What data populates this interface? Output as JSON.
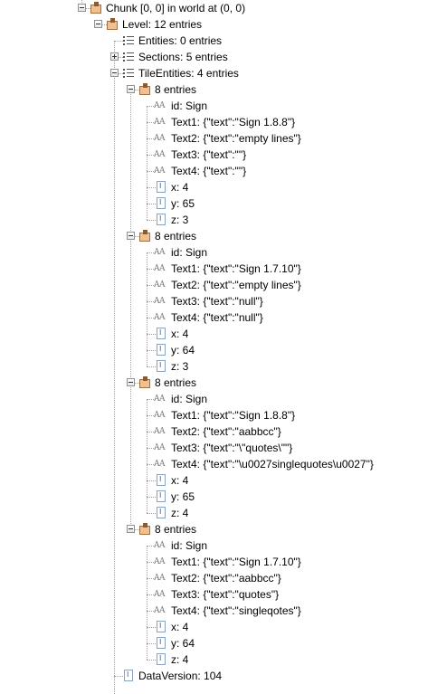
{
  "tree": [
    {
      "depth": 0,
      "exp": "open",
      "icon": "compound",
      "label": "Chunk [0, 0]        in world at (0, 0)"
    },
    {
      "depth": 1,
      "exp": "open",
      "icon": "compound",
      "label": "Level: 12 entries"
    },
    {
      "depth": 2,
      "exp": "none",
      "icon": "list",
      "label": "Entities: 0 entries"
    },
    {
      "depth": 2,
      "exp": "closed",
      "icon": "list",
      "label": "Sections: 5 entries"
    },
    {
      "depth": 2,
      "exp": "open",
      "icon": "list",
      "label": "TileEntities: 4 entries"
    },
    {
      "depth": 3,
      "exp": "open",
      "icon": "compound",
      "label": "8 entries"
    },
    {
      "depth": 4,
      "exp": "none",
      "icon": "string",
      "label": "id: Sign"
    },
    {
      "depth": 4,
      "exp": "none",
      "icon": "string",
      "label": "Text1: {\"text\":\"Sign 1.8.8\"}"
    },
    {
      "depth": 4,
      "exp": "none",
      "icon": "string",
      "label": "Text2: {\"text\":\"empty lines\"}"
    },
    {
      "depth": 4,
      "exp": "none",
      "icon": "string",
      "label": "Text3: {\"text\":\"\"}"
    },
    {
      "depth": 4,
      "exp": "none",
      "icon": "string",
      "label": "Text4: {\"text\":\"\"}"
    },
    {
      "depth": 4,
      "exp": "none",
      "icon": "int",
      "label": "x: 4"
    },
    {
      "depth": 4,
      "exp": "none",
      "icon": "int",
      "label": "y: 65"
    },
    {
      "depth": 4,
      "exp": "none",
      "icon": "int",
      "label": "z: 3"
    },
    {
      "depth": 3,
      "exp": "open",
      "icon": "compound",
      "label": "8 entries"
    },
    {
      "depth": 4,
      "exp": "none",
      "icon": "string",
      "label": "id: Sign"
    },
    {
      "depth": 4,
      "exp": "none",
      "icon": "string",
      "label": "Text1: {\"text\":\"Sign 1.7.10\"}"
    },
    {
      "depth": 4,
      "exp": "none",
      "icon": "string",
      "label": "Text2: {\"text\":\"empty lines\"}"
    },
    {
      "depth": 4,
      "exp": "none",
      "icon": "string",
      "label": "Text3: {\"text\":\"null\"}"
    },
    {
      "depth": 4,
      "exp": "none",
      "icon": "string",
      "label": "Text4: {\"text\":\"null\"}"
    },
    {
      "depth": 4,
      "exp": "none",
      "icon": "int",
      "label": "x: 4"
    },
    {
      "depth": 4,
      "exp": "none",
      "icon": "int",
      "label": "y: 64"
    },
    {
      "depth": 4,
      "exp": "none",
      "icon": "int",
      "label": "z: 3"
    },
    {
      "depth": 3,
      "exp": "open",
      "icon": "compound",
      "label": "8 entries"
    },
    {
      "depth": 4,
      "exp": "none",
      "icon": "string",
      "label": "id: Sign"
    },
    {
      "depth": 4,
      "exp": "none",
      "icon": "string",
      "label": "Text1: {\"text\":\"Sign 1.8.8\"}"
    },
    {
      "depth": 4,
      "exp": "none",
      "icon": "string",
      "label": "Text2: {\"text\":\"aabbcc\"}"
    },
    {
      "depth": 4,
      "exp": "none",
      "icon": "string",
      "label": "Text3: {\"text\":\"\\\"quotes\\\"\"}"
    },
    {
      "depth": 4,
      "exp": "none",
      "icon": "string",
      "label": "Text4: {\"text\":\"\\u0027singlequotes\\u0027\"}"
    },
    {
      "depth": 4,
      "exp": "none",
      "icon": "int",
      "label": "x: 4"
    },
    {
      "depth": 4,
      "exp": "none",
      "icon": "int",
      "label": "y: 65"
    },
    {
      "depth": 4,
      "exp": "none",
      "icon": "int",
      "label": "z: 4"
    },
    {
      "depth": 3,
      "exp": "open",
      "icon": "compound",
      "label": "8 entries"
    },
    {
      "depth": 4,
      "exp": "none",
      "icon": "string",
      "label": "id: Sign"
    },
    {
      "depth": 4,
      "exp": "none",
      "icon": "string",
      "label": "Text1: {\"text\":\"Sign 1.7.10\"}"
    },
    {
      "depth": 4,
      "exp": "none",
      "icon": "string",
      "label": "Text2: {\"text\":\"aabbcc\"}"
    },
    {
      "depth": 4,
      "exp": "none",
      "icon": "string",
      "label": "Text3: {\"text\":\"quotes\"}"
    },
    {
      "depth": 4,
      "exp": "none",
      "icon": "string",
      "label": "Text4: {\"text\":\"singleqotes\"}"
    },
    {
      "depth": 4,
      "exp": "none",
      "icon": "int",
      "label": "x: 4"
    },
    {
      "depth": 4,
      "exp": "none",
      "icon": "int",
      "label": "y: 64"
    },
    {
      "depth": 4,
      "exp": "none",
      "icon": "int",
      "label": "z: 4"
    },
    {
      "depth": 2,
      "exp": "none",
      "icon": "int",
      "label": "DataVersion: 104"
    }
  ]
}
